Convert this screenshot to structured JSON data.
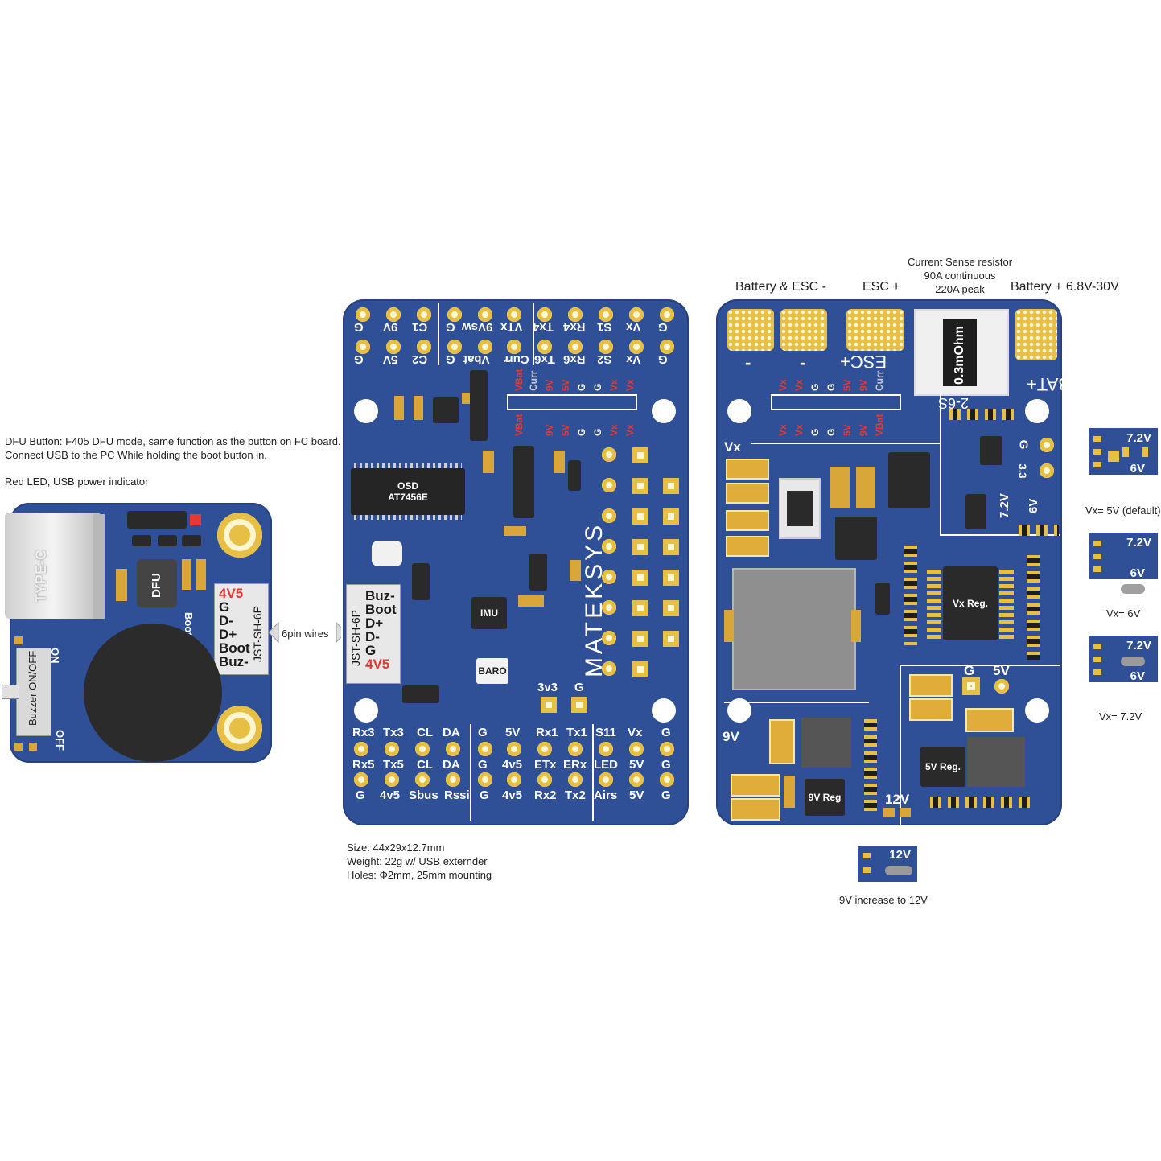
{
  "usb_board": {
    "notes": {
      "dfu_line1": "DFU Button: F405 DFU mode, same function as the button on FC board.",
      "dfu_line2": "Connect USB to the PC While holding the boot button in.",
      "red_led": "Red LED, USB power indicator"
    },
    "type_c_label": "TYPE-C",
    "dfu_label": "DFU",
    "boot_label": "Boot",
    "on_label": "ON",
    "off_label": "OFF",
    "buzzer_switch_label": "Buzzer ON/OFF",
    "connector_label": "JST-SH-6P",
    "pins": [
      "4V5",
      "G",
      "D-",
      "D+",
      "Boot",
      "Buz-"
    ],
    "pin_highlight_color": "#e53935"
  },
  "wire_label": "6pin wires",
  "fc_board": {
    "brand": "MATEKSYS",
    "osd_chip_line1": "OSD",
    "osd_chip_line2": "AT7456E",
    "imu_label": "IMU",
    "baro_label": "BARO",
    "connector_label": "JST-SH-6P",
    "connector_pins": [
      "Buz-",
      "Boot",
      "D+",
      "D-",
      "G",
      "4V5"
    ],
    "top_row_outer": [
      "G",
      "9V",
      "C1",
      "G",
      "9Vsw",
      "VTx",
      "Tx4",
      "Rx4",
      "S1",
      "Vx",
      "G"
    ],
    "top_row_inner": [
      "G",
      "5V",
      "C2",
      "G",
      "Vbat",
      "Curr",
      "Tx6",
      "Rx6",
      "S2",
      "Vx",
      "G"
    ],
    "esc_silk_top": [
      "Curr",
      "9V",
      "5V",
      "G",
      "G",
      "Vx",
      "Vx"
    ],
    "esc_silk_bottom": [
      "VBat",
      "9V",
      "5V",
      "G",
      "G",
      "Vx",
      "Vx"
    ],
    "vbat_top": "VBat",
    "aux_labels": [
      "3v3",
      "G"
    ],
    "bottom_row1": [
      "Rx3",
      "Tx3",
      "CL",
      "DA",
      "G",
      "5V",
      "Rx1",
      "Tx1",
      "S11",
      "Vx",
      "G"
    ],
    "bottom_row2": [
      "Rx5",
      "Tx5",
      "CL",
      "DA",
      "G",
      "4v5",
      "ETx",
      "ERx",
      "LED",
      "5V",
      "G"
    ],
    "bottom_row3": [
      "G",
      "4v5",
      "Sbus",
      "Rssi",
      "G",
      "4v5",
      "Rx2",
      "Tx2",
      "Airs",
      "5V",
      "G"
    ],
    "specs": {
      "size": "Size: 44x29x12.7mm",
      "weight": "Weight: 22g w/ USB externder",
      "holes": "Holes: Φ2mm, 25mm mounting"
    }
  },
  "pdb_board": {
    "headers": {
      "battery_esc_minus": "Battery & ESC -",
      "esc_plus": "ESC +",
      "current_sense_line1": "Current Sense resistor",
      "current_sense_line2": "90A continuous",
      "current_sense_line3": "220A peak",
      "battery_plus": "Battery +  6.8V-30V"
    },
    "shunt_label": "0.3mOhm",
    "range_label": "2-6S",
    "bat_label": "BAT+",
    "esc_label": "ESC+",
    "minus_marks": [
      "-",
      "-"
    ],
    "esc_silk_top": [
      "Vx",
      "Vx",
      "G",
      "G",
      "5V",
      "9V",
      "Curr"
    ],
    "esc_silk_bottom": [
      "Vx",
      "Vx",
      "G",
      "G",
      "5V",
      "9V",
      "VBat"
    ],
    "vx_label": "Vx",
    "v9_label": "9V",
    "vx_reg": "Vx Reg.",
    "v5_reg": "5V Reg.",
    "v9_reg": "9V Reg",
    "g_label": "G",
    "v5_label": "5V",
    "v12_label": "12V",
    "g_top_label": "G",
    "v33_label": "3.3",
    "jumper_labels": [
      "7.2V",
      "6V"
    ]
  },
  "jumper_options": [
    {
      "top": "7.2V",
      "bottom": "6V",
      "caption": "Vx= 5V (default)",
      "bridged": "none"
    },
    {
      "top": "7.2V",
      "bottom": "6V",
      "caption": "Vx= 6V",
      "bridged": "bottom"
    },
    {
      "top": "7.2V",
      "bottom": "6V",
      "caption": "Vx= 7.2V",
      "bridged": "top"
    }
  ],
  "v12_option": {
    "label": "12V",
    "caption": "9V increase to 12V"
  },
  "colors": {
    "pcb": "#2f4f96",
    "gold": "#e7bf45",
    "silk": "#ffffff",
    "red_text": "#e53935"
  }
}
